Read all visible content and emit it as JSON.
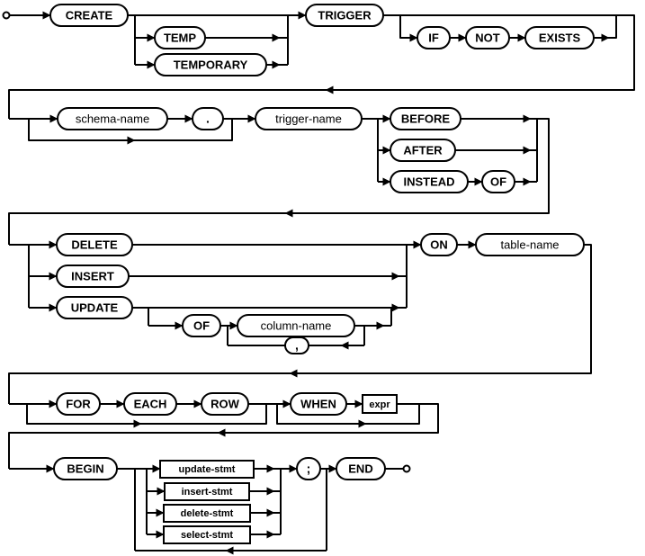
{
  "diagram": {
    "type": "railroad-syntax-diagram",
    "colors": {
      "line": "#000000",
      "box_fill": "#ffffff",
      "text": "#000000",
      "background": "#ffffff"
    },
    "nodes": {
      "create": "CREATE",
      "temp": "TEMP",
      "temporary": "TEMPORARY",
      "trigger": "TRIGGER",
      "if": "IF",
      "not": "NOT",
      "exists": "EXISTS",
      "schema_name": "schema-name",
      "dot": ".",
      "trigger_name": "trigger-name",
      "before": "BEFORE",
      "after": "AFTER",
      "instead": "INSTEAD",
      "of": "OF",
      "delete": "DELETE",
      "insert": "INSERT",
      "update": "UPDATE",
      "of2": "OF",
      "column_name": "column-name",
      "comma": ",",
      "on": "ON",
      "table_name": "table-name",
      "for": "FOR",
      "each": "EACH",
      "row": "ROW",
      "when": "WHEN",
      "expr": "expr",
      "begin": "BEGIN",
      "semicolon": ";",
      "end": "END",
      "update_stmt": "update-stmt",
      "insert_stmt": "insert-stmt",
      "delete_stmt": "delete-stmt",
      "select_stmt": "select-stmt"
    }
  }
}
